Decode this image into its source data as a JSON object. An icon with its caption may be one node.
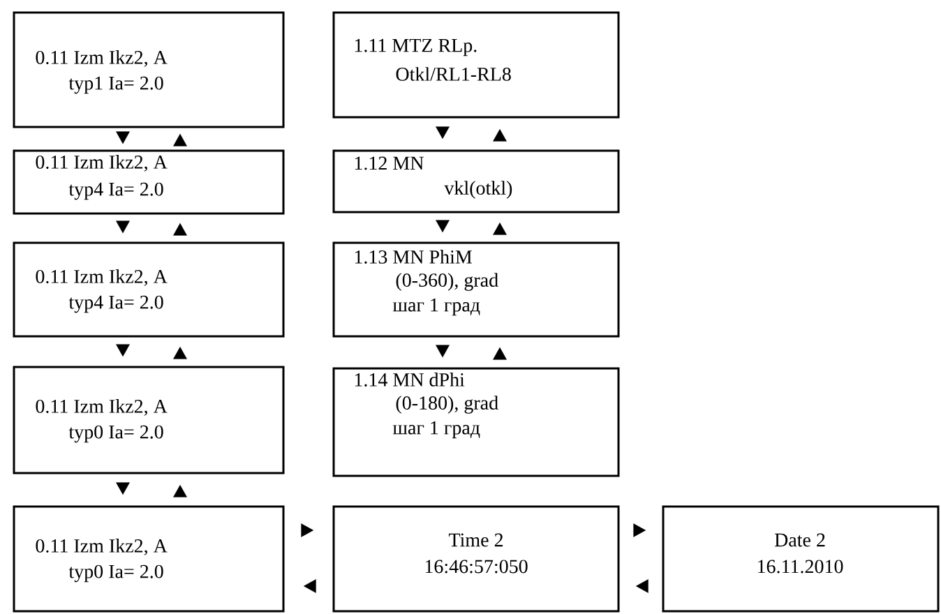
{
  "diagram": {
    "nodes": [
      {
        "text": [
          "0.11 Izm Ikz2, A",
          "typ1 Ia= 2.0"
        ]
      },
      {
        "text": [
          "0.11 Izm Ikz2, A",
          "typ4 Ia= 2.0"
        ]
      },
      {
        "text": [
          "0.11 Izm Ikz2, A",
          "typ4 Ia= 2.0"
        ]
      },
      {
        "text": [
          "0.11 Izm Ikz2, A",
          "typ0 Ia= 2.0"
        ]
      },
      {
        "text": [
          "0.11 Izm Ikz2, A",
          "typ0 Ia= 2.0"
        ]
      },
      {
        "text": [
          "1.11 MTZ RLp.",
          "Otkl/RL1-RL8"
        ]
      },
      {
        "text": [
          "1.12 MN",
          "vkl(otkl)"
        ]
      },
      {
        "text": [
          "1.13 MN PhiM",
          "(0-360), grad",
          "шаг 1 град"
        ]
      },
      {
        "text": [
          "1.14 MN dPhi",
          "(0-180), grad",
          "шаг 1 град"
        ]
      },
      {
        "text": [
          "Time 2",
          "16:46:57:050"
        ]
      },
      {
        "text": [
          "Date 2",
          "16.11.2010"
        ]
      }
    ],
    "edges": [
      {
        "from": 0,
        "to": 1,
        "arrow": "to"
      },
      {
        "from": 1,
        "to": 0,
        "arrow": "to"
      },
      {
        "from": 1,
        "to": 2,
        "arrow": "to"
      },
      {
        "from": 2,
        "to": 1,
        "arrow": "to"
      },
      {
        "from": 2,
        "to": 3,
        "arrow": "to"
      },
      {
        "from": 3,
        "to": 2,
        "arrow": "to"
      },
      {
        "from": 3,
        "to": 4,
        "arrow": "to"
      },
      {
        "from": 4,
        "to": 3,
        "arrow": "to"
      },
      {
        "from": 5,
        "to": 6,
        "arrow": "to"
      },
      {
        "from": 6,
        "to": 5,
        "arrow": "to"
      },
      {
        "from": 6,
        "to": 7,
        "arrow": "to"
      },
      {
        "from": 7,
        "to": 6,
        "arrow": "to"
      },
      {
        "from": 7,
        "to": 8,
        "arrow": "to"
      },
      {
        "from": 8,
        "to": 7,
        "arrow": "to"
      },
      {
        "from": 4,
        "to": 9,
        "arrow": "to"
      },
      {
        "from": 9,
        "to": 4,
        "arrow": "to"
      },
      {
        "from": 9,
        "to": 10,
        "arrow": "to"
      },
      {
        "from": 10,
        "to": 9,
        "arrow": "to"
      }
    ]
  }
}
